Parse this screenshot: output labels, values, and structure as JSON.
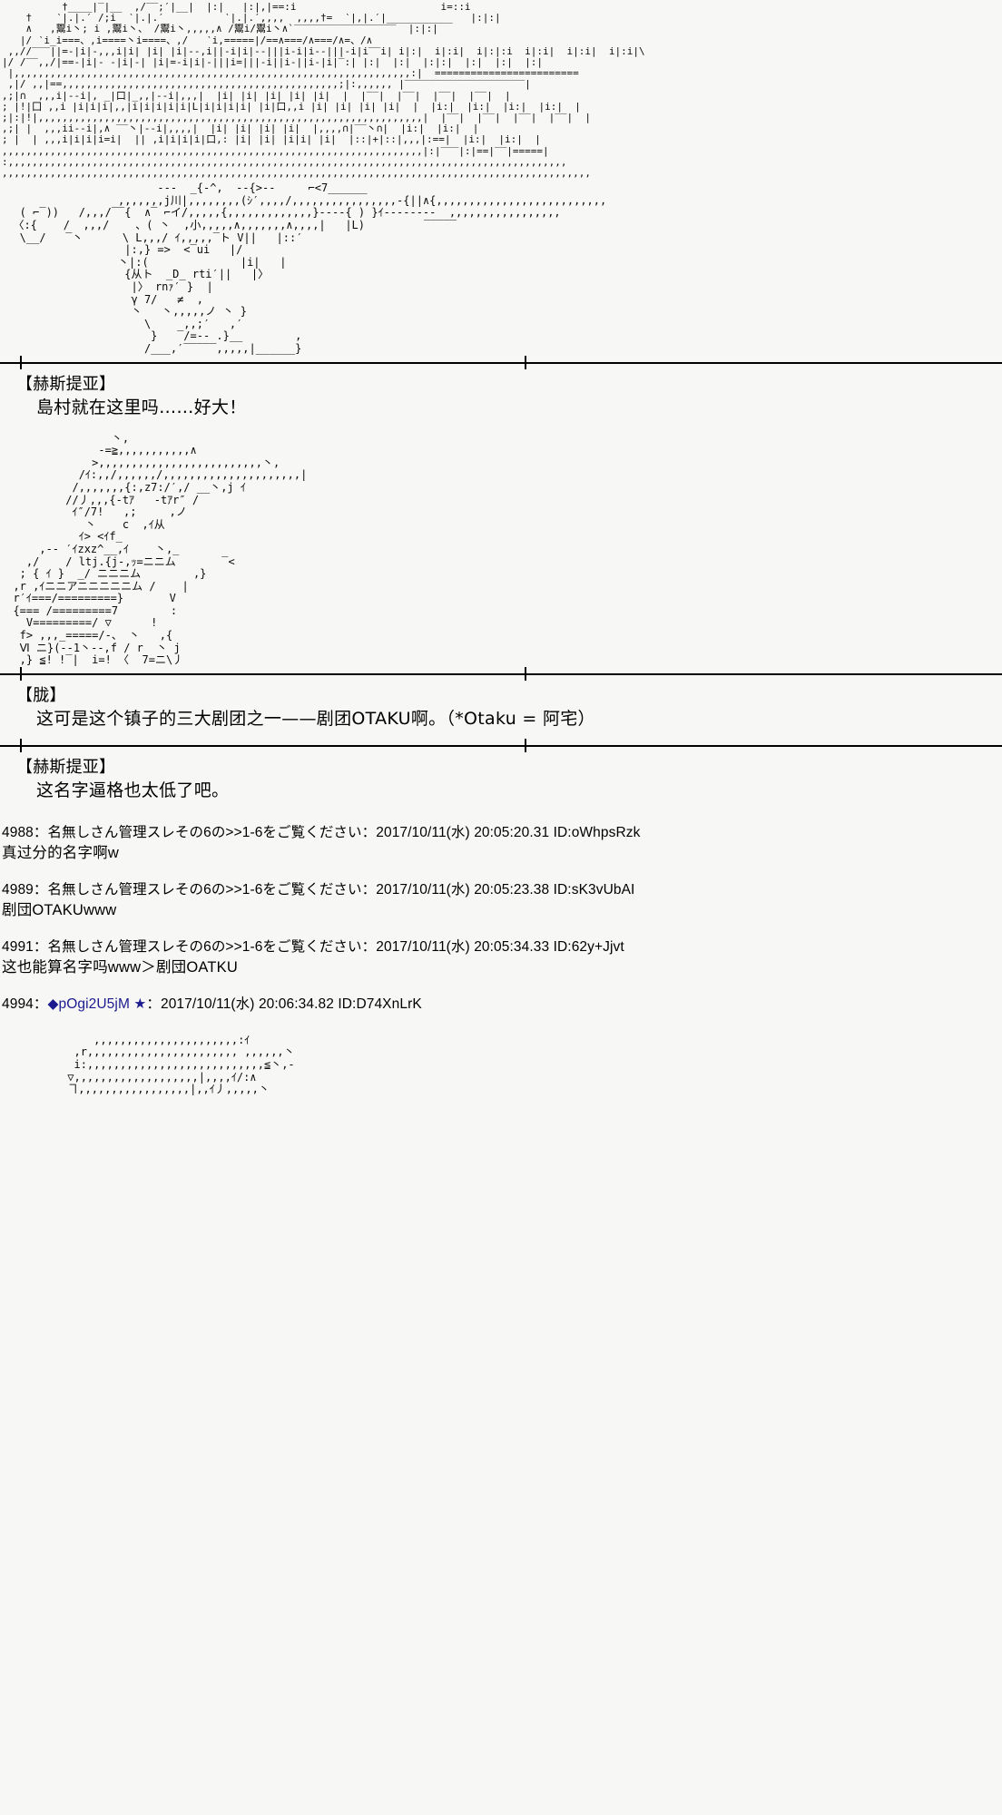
{
  "meta": {
    "page_kind": "ascii-art-thread",
    "background_color": "#f7f7f5",
    "text_color": "#000000",
    "tripcode_color": "#1b1b8f"
  },
  "ascii_art": {
    "building": "          †____|‾|__  ,/‾‾;′|__|  |:|   |:|,|==:i                        i=::i\n    †    ‵|.|.′ /;i  ‵|.|.′          ‵|.|.′,,,,  ,,,,†=  ‵|,|.′|___________   |:|:|\n    ∧   ,鬻i丶; i ,鬻i丶、 /鬻i丶,,,,,∧ /鬻i/鬻i丶∧`‾‾‾‾‾‾‾‾‾‾‾‾‾‾‾‾‾  |:|:|\n   |/ ‵i_i===、,i====丶i====、,/   ‵i,=====|/==∧===/∧===/∧=、/∧\n ,,//‾‾‾||=-|i|-,,,i|i| |i| |i|--,i||-i|i|--|||i-i|i--|||-i|i‾‾i| i|:|  i|:i|  i|:|:i  i|:i|  i|:i|  i|:i|\\\n|/ /‾‾,,/|==-|i|- -|i|-| |i|=-i|i|-|||i=|||-i||i-||i-|i|‾:| |:|  |:|  |:|:|  |:|  |:|  |:|\n |,,,,,,,,,,,,,,,,,,,,,,,,,,,,,,,,,,,,,,,,,,,,,,,,,,,,,,,,,,,,,,,,,,:|  ========================\n ,|/ ,,|==,,,,,,,,,,,,,,,,,,,,,,,,,,,,,,,,,,,,,,,,,,,,,,;|:,,,,,, |‾‾‾‾‾‾‾‾‾‾‾‾‾‾‾‾‾‾‾‾|\n,;|∩  ,,,i|--i|, _|口|_,,|--i|,,,|  |i| |i| |i| |i| |i|  |  |‾‾|  |‾‾|  |‾‾|  |‾‾|  |\n; |!|囗 ,,i |i|i|i|,,|i|i|i|i|i|L|i|i|i|i| |i|口,,i |i| |i| |i| |i|  |  |i:|  |i:|  |i:|  |i:|  |\n;|:|!|,,,,,,,,,,,,,,,,,,,,,,,,,,,,,,,,,,,,,,,,,,,,,,,,,,,,,,,,,,,,,,,,|  |‾‾|  |‾‾|  |‾‾|  |‾‾|  |\n,;| |  ,,,ii--i|,∧ ‾‾丶|--i|,,,,|  |i| |i| |i| |i|  |,,,,∩|‾‾丶∩|  |i:|  |i:|  |\n; |  | ,,,i|i|i|i=i|  || ,i|i|i|i|口,: |i| |i| |i|i| |i|  |::|+|::|,,,|:==|  |i:|  |i:|  |\n,,,,,,,,,,,,,,,,,,,,,,,,,,,,,,,,,,,,,,,,,,,,,,,,,,,,,,,,,,,,,,,,,,,,,,|:|‾‾‾|:|==|‾‾|=====|\n:,,,,,,,,,,,,,,,,,,,,,,,,,,,,,,,,,,,,,,,,,,,,,,,,,,,,,,,,,,,,,,,,,,,,,,,,,,,,,,,,,,,,,,,,,,,,,\n,,,,,,,,,,,,,,,,,,,,,,,,,,,,,,,,,,,,,,,,,,,,,,,,,,,,,,,,,,,,,,,,,,,,,,,,,,,,,,,,,,,,,,,,,,,,,,,,,,",
    "character_1": "                        ---  _{-^,  --{>--     ⌐<7______\n                  ,,,,,,,j川|,,,,,,,,(ｼ′,,,,/,,,,,,,,,,,,,,,,-{||∧{,,,,,,,,,,,,,,,,,,,,,,,,,,\n   ( ⌐‾))   /,,,/‾‾{  ∧‾ ⌐イ/,,,,,{,,,,,,,,,,,,,}----{ ) }ｲ--------  ,,,,,,,,,,,,,,,,,\n  〈:{    /  ,,,/    、( 丶  ,小,,,,,∧,,,,,,,∧,,,,|   |L)         ‾‾‾‾‾\n   \\__/   ‾丶      \\ L,,,/ ｲ,,,,,‾ト V||   |::′\n                   |:,} =>  <‾ui   |/\n                  丶|:(              |i|   |\n                   {从ト  _D_ rti′||   |〉\n                    |〉 rnｧ′ }  |\n                    γ 7/   ≠  ,\n                    丶   丶,,,,,ノ 丶 }\n                      \\     ,,;′   ,′\n                       }   ‾/=-- .}__        ,\n                      /___,′‾‾‾‾‾,,,,,|______}",
    "character_2": "                 丶,\n               -=≧,,,,,,,,,,,∧\n              >,,,,,,,,,,,,,,,,,,,,,,,,,丶,\n            /ｲ:,,/,,,,,,/,,,,,,,,,,,,,,,,,,,,,|\n           /,,,,,,,{:,z7:/′,/ __丶,j ｲ\n          //丿,,,{-tｱ   -tｱr″ /\n           ｲ″/7!   ,;     ,ノ\n             丶    c  ,ｲ从\n            ｲ> <ｲf_\n      ,-- ′ｲzxz^__,ｲ    丶,_\n    ,/    / ltj.{j-,ｯ=ニニム       ‾<\n   ; { ｲ }  _/ ニニニム        ,}\n  ,r ,ｲニニアニニニニニム /    |\n  r′ｲ===/=========}       V\n  {=== /=========7        :\n    V=========/ ▽      !\n   f> ,,,_=====/-、 丶   ,{\n   Ⅵ ニ}(--1丶--,f / r  丶 j\n   ,} ≦! !‾|  i=! 〈  7=ニ\\丿",
    "character_3": "              ,,,,,,,,,,,,,,,,,,,,,,:ｲ\n           ,r,,,,,,,,,,,,,,,,,,,,,,, ,,,,,,丶\n           i:,,,,,,,,,,,,,,,,,,,,,,,,,,,≦丶,-\n          ▽,,,,,,,,,,,,,,,,,,,|,,,,ｲ/:∧\n          ヿ,,,,,,,,,,,,,,,,,|,,ｲ丿,,,,,丶"
  },
  "dialogues": [
    {
      "speaker": "【赫斯提亚】",
      "lines": [
        "島村就在这里吗……好大！"
      ]
    },
    {
      "speaker": "【胧】",
      "lines": [
        "这可是这个镇子的三大剧团之一——剧团OTAKU啊。（*Otaku = 阿宅）"
      ]
    },
    {
      "speaker": "【赫斯提亚】",
      "lines": [
        "这名字逼格也太低了吧。"
      ]
    }
  ],
  "posts": [
    {
      "number": "4988",
      "name": "名無しさん管理スレその6の>>1-6をご覧ください",
      "tripcode": "",
      "star": "",
      "date": "2017/10/11(水) 20:05:20.31",
      "id": "ID:oWhpsRzk",
      "body": "真过分的名字啊w"
    },
    {
      "number": "4989",
      "name": "名無しさん管理スレその6の>>1-6をご覧ください",
      "tripcode": "",
      "star": "",
      "date": "2017/10/11(水) 20:05:23.38",
      "id": "ID:sK3vUbAI",
      "body": "剧団OTAKUwww"
    },
    {
      "number": "4991",
      "name": "名無しさん管理スレその6の>>1-6をご覧ください",
      "tripcode": "",
      "star": "",
      "date": "2017/10/11(水) 20:05:34.33",
      "id": "ID:62y+Jjvt",
      "body": "这也能算名字吗www＞剧団OATKU"
    },
    {
      "number": "4994",
      "name": "",
      "tripcode": "◆pOgi2U5jM",
      "star": "★",
      "date": "2017/10/11(水) 20:06:34.82",
      "id": "ID:D74XnLrK",
      "body": ""
    }
  ],
  "separator": {
    "colon": "：",
    "tick_left_x": 22,
    "tick_right_x": 578
  }
}
